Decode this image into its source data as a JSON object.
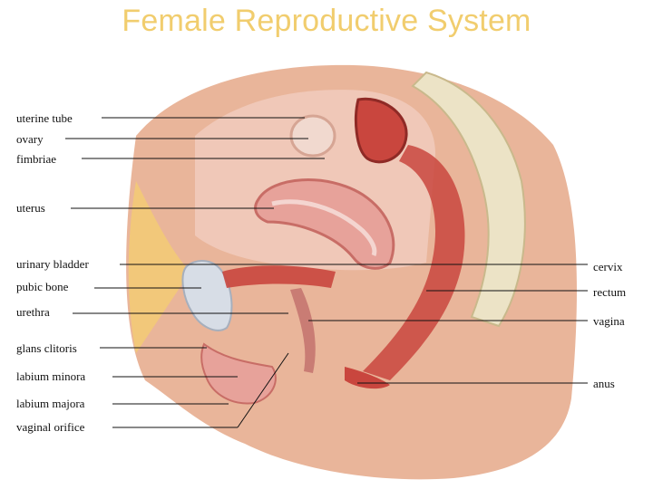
{
  "title": "Female Reproductive System",
  "labels": {
    "uterine_tube": "uterine tube",
    "ovary": "ovary",
    "fimbriae": "fimbriae",
    "uterus": "uterus",
    "urinary_bladder": "urinary bladder",
    "pubic_bone": "pubic bone",
    "urethra": "urethra",
    "glans_clitoris": "glans clitoris",
    "labium_minora": "labium minora",
    "labium_majora": "labium majora",
    "vaginal_orifice": "vaginal orifice",
    "cervix": "cervix",
    "rectum": "rectum",
    "vagina": "vagina",
    "anus": "anus"
  },
  "colors": {
    "title": "#f1cd6e",
    "skin": "#e9b59a",
    "fat": "#f2c87a",
    "tissue": "#e7a29a",
    "muscle": "#c9463e",
    "bone": "#ece3c6",
    "bladder": "#d7dde6"
  }
}
